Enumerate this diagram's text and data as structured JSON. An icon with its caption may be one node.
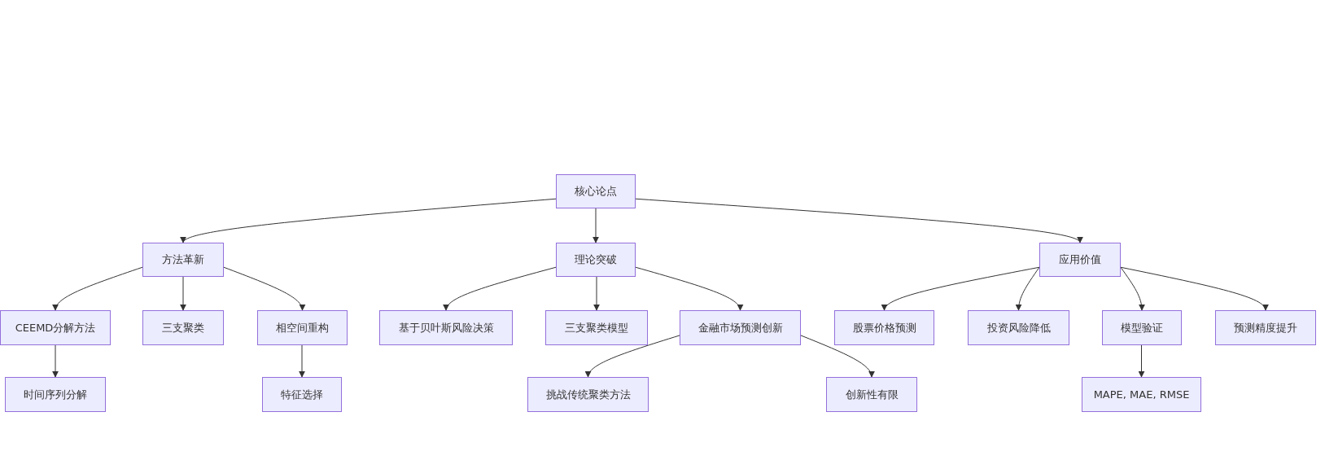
{
  "diagram": {
    "nodes": [
      {
        "text": [
          "核心论点"
        ]
      },
      {
        "text": [
          "方法革新"
        ]
      },
      {
        "text": [
          "理论突破"
        ]
      },
      {
        "text": [
          "应用价值"
        ]
      },
      {
        "text": [
          "CEEMD分解方法"
        ]
      },
      {
        "text": [
          "三支聚类"
        ]
      },
      {
        "text": [
          "相空间重构"
        ]
      },
      {
        "text": [
          "基于贝叶斯风险决策"
        ]
      },
      {
        "text": [
          "三支聚类模型"
        ]
      },
      {
        "text": [
          "金融市场预测创新"
        ]
      },
      {
        "text": [
          "股票价格预测"
        ]
      },
      {
        "text": [
          "投资风险降低"
        ]
      },
      {
        "text": [
          "模型验证"
        ]
      },
      {
        "text": [
          "预测精度提升"
        ]
      },
      {
        "text": [
          "时间序列分解"
        ]
      },
      {
        "text": [
          "特征选择"
        ]
      },
      {
        "text": [
          "挑战传统聚类方法"
        ]
      },
      {
        "text": [
          "创新性有限"
        ]
      },
      {
        "text": [
          "MAPE, MAE, RMSE"
        ]
      }
    ],
    "edges": [
      {
        "from": 0,
        "to": 1,
        "arrow": "to"
      },
      {
        "from": 0,
        "to": 2,
        "arrow": "to"
      },
      {
        "from": 0,
        "to": 3,
        "arrow": "to"
      },
      {
        "from": 1,
        "to": 4,
        "arrow": "to"
      },
      {
        "from": 1,
        "to": 5,
        "arrow": "to"
      },
      {
        "from": 1,
        "to": 6,
        "arrow": "to"
      },
      {
        "from": 2,
        "to": 7,
        "arrow": "to"
      },
      {
        "from": 2,
        "to": 8,
        "arrow": "to"
      },
      {
        "from": 2,
        "to": 9,
        "arrow": "to"
      },
      {
        "from": 3,
        "to": 10,
        "arrow": "to"
      },
      {
        "from": 3,
        "to": 11,
        "arrow": "to"
      },
      {
        "from": 3,
        "to": 12,
        "arrow": "to"
      },
      {
        "from": 3,
        "to": 13,
        "arrow": "to"
      },
      {
        "from": 4,
        "to": 14,
        "arrow": "to"
      },
      {
        "from": 6,
        "to": 15,
        "arrow": "to"
      },
      {
        "from": 9,
        "to": 16,
        "arrow": "to"
      },
      {
        "from": 9,
        "to": 17,
        "arrow": "to"
      },
      {
        "from": 12,
        "to": 18,
        "arrow": "to"
      }
    ]
  }
}
